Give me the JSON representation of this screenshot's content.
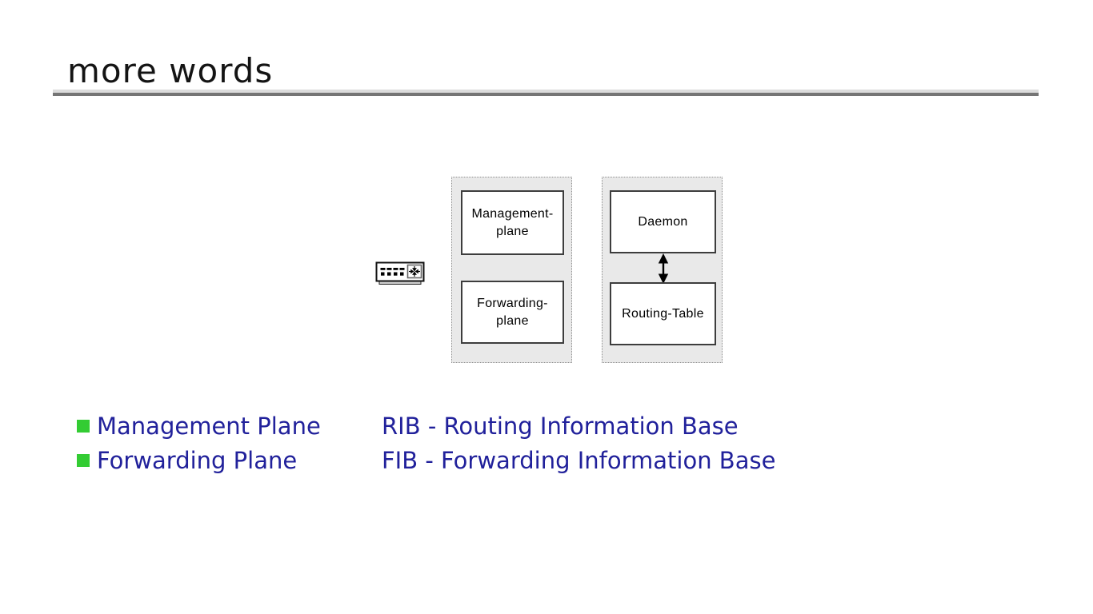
{
  "slide": {
    "title": "more words"
  },
  "diagram": {
    "plane_stack": {
      "top_box": {
        "line1": "Management-",
        "line2": "plane"
      },
      "bottom_box": {
        "line1": "Forwarding-",
        "line2": "plane"
      }
    },
    "daemon_stack": {
      "top_box": {
        "label": "Daemon"
      },
      "bottom_box": {
        "label": "Routing-Table"
      },
      "arrow": "double-headed-vertical-arrow-icon"
    },
    "icons": {
      "device": "network-device-icon"
    }
  },
  "bullets": [
    {
      "label": "Management Plane",
      "definition": "RIB - Routing Information Base"
    },
    {
      "label": "Forwarding Plane",
      "definition": "FIB - Forwarding Information Base"
    }
  ],
  "colors": {
    "bullet_green": "#33cc33",
    "text_navy": "#21219b",
    "group_fill": "#e9e9e9",
    "box_border": "#3d3d3d",
    "rule_light": "#dcdcdc",
    "rule_dark": "#757575"
  }
}
